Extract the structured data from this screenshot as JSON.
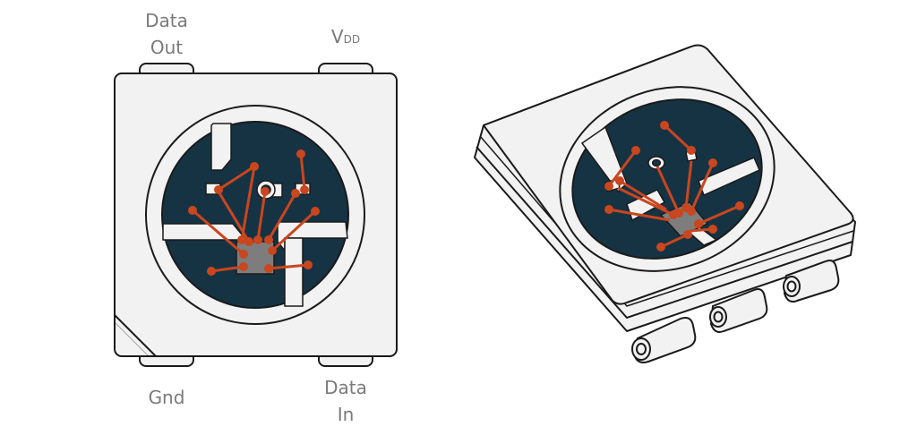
{
  "labels": {
    "data_out": [
      "Data",
      "Out"
    ],
    "vdd": {
      "main": "V",
      "sub": "DD"
    },
    "gnd": "Gnd",
    "data_in": [
      "Data",
      "In"
    ]
  },
  "colors": {
    "body": "#f2f2f2",
    "outline": "#1a1a1a",
    "die": "#163344",
    "wire": "#c9461f",
    "chip": "#7d7d7d",
    "label": "#7a7a7a"
  }
}
